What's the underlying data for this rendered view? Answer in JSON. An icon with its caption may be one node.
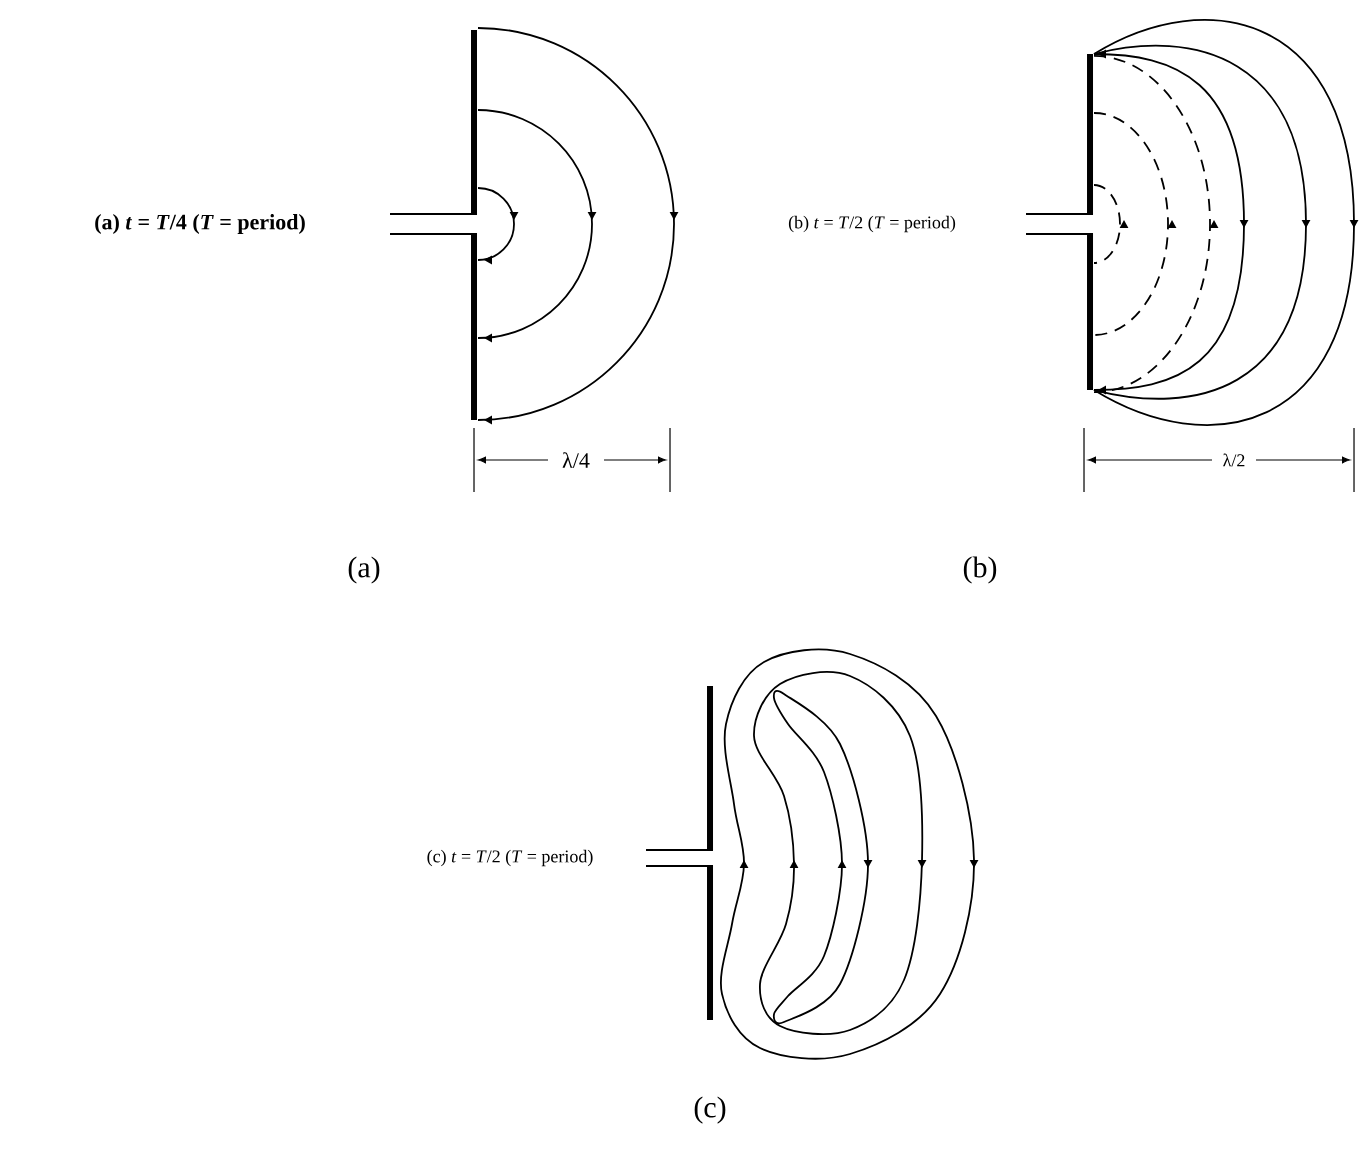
{
  "diagram": {
    "labels": [
      "(a) *t* = *T*/4 (*T* = period)",
      "λ/4",
      "(a)",
      "(b) *t* = *T*/2 (*T* = period)",
      "λ/2",
      "(b)",
      "(c) *t* = *T*/2 (*T* = period)",
      "(c)"
    ]
  }
}
